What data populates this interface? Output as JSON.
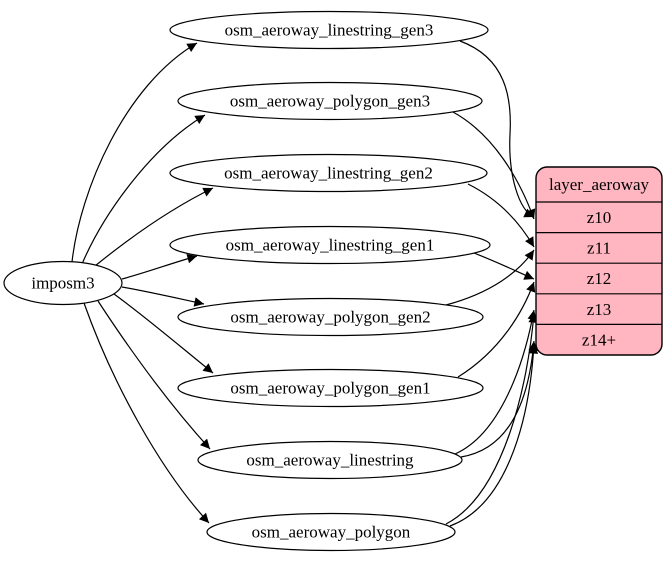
{
  "diagram": {
    "background": "#ffffff",
    "edge_color": "#000000",
    "source": {
      "label": "imposm3"
    },
    "tables": [
      {
        "label": "osm_aeroway_linestring_gen3"
      },
      {
        "label": "osm_aeroway_polygon_gen3"
      },
      {
        "label": "osm_aeroway_linestring_gen2"
      },
      {
        "label": "osm_aeroway_linestring_gen1"
      },
      {
        "label": "osm_aeroway_polygon_gen2"
      },
      {
        "label": "osm_aeroway_polygon_gen1"
      },
      {
        "label": "osm_aeroway_linestring"
      },
      {
        "label": "osm_aeroway_polygon"
      }
    ],
    "layer": {
      "title": "layer_aeroway",
      "fill": "#ffb6c1",
      "border": "#000000",
      "rows": [
        {
          "label": "z10"
        },
        {
          "label": "z11"
        },
        {
          "label": "z12"
        },
        {
          "label": "z13"
        },
        {
          "label": "z14+"
        }
      ]
    },
    "edges": {
      "from_source": [
        "osm_aeroway_linestring_gen3",
        "osm_aeroway_polygon_gen3",
        "osm_aeroway_linestring_gen2",
        "osm_aeroway_linestring_gen1",
        "osm_aeroway_polygon_gen2",
        "osm_aeroway_polygon_gen1",
        "osm_aeroway_linestring",
        "osm_aeroway_polygon"
      ],
      "to_layer": [
        {
          "from": "osm_aeroway_linestring_gen3",
          "to": "z10"
        },
        {
          "from": "osm_aeroway_polygon_gen3",
          "to": "z10"
        },
        {
          "from": "osm_aeroway_linestring_gen2",
          "to": "z11"
        },
        {
          "from": "osm_aeroway_polygon_gen2",
          "to": "z11"
        },
        {
          "from": "osm_aeroway_linestring_gen1",
          "to": "z12"
        },
        {
          "from": "osm_aeroway_polygon_gen1",
          "to": "z12"
        },
        {
          "from": "osm_aeroway_linestring",
          "to": "z13"
        },
        {
          "from": "osm_aeroway_linestring",
          "to": "z14+"
        },
        {
          "from": "osm_aeroway_polygon",
          "to": "z13"
        },
        {
          "from": "osm_aeroway_polygon",
          "to": "z14+"
        }
      ]
    }
  }
}
